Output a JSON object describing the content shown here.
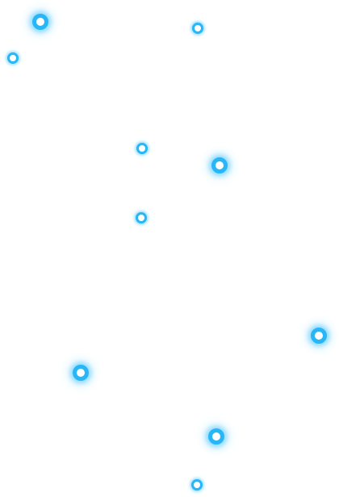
{
  "colors": {
    "background": "#ffffff",
    "accent": "#29b6f6",
    "glow": "#8fdcff",
    "glow_soft": "#d4f1ff"
  },
  "dots": [
    {
      "name": "glow-dot-1",
      "size": "large"
    },
    {
      "name": "glow-dot-2",
      "size": "small"
    },
    {
      "name": "glow-dot-3",
      "size": "small"
    },
    {
      "name": "glow-dot-4",
      "size": "small"
    },
    {
      "name": "glow-dot-5",
      "size": "large"
    },
    {
      "name": "glow-dot-6",
      "size": "small"
    },
    {
      "name": "glow-dot-7",
      "size": "large"
    },
    {
      "name": "glow-dot-8",
      "size": "large"
    },
    {
      "name": "glow-dot-9",
      "size": "large"
    },
    {
      "name": "glow-dot-10",
      "size": "small"
    }
  ]
}
